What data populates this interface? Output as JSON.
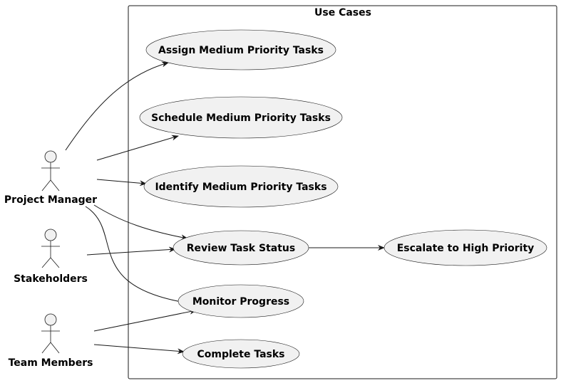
{
  "boundary": {
    "title": "Use Cases"
  },
  "actors": {
    "project_manager": "Project Manager",
    "stakeholders": "Stakeholders",
    "team_members": "Team Members"
  },
  "use_cases": {
    "assign": "Assign Medium Priority Tasks",
    "schedule": "Schedule Medium Priority Tasks",
    "identify": "Identify Medium Priority Tasks",
    "review": "Review Task Status",
    "escalate": "Escalate to High Priority",
    "monitor": "Monitor Progress",
    "complete": "Complete Tasks"
  },
  "colors": {
    "shape_fill": "#f1f1f1",
    "stroke": "#181818",
    "background": "#ffffff"
  }
}
